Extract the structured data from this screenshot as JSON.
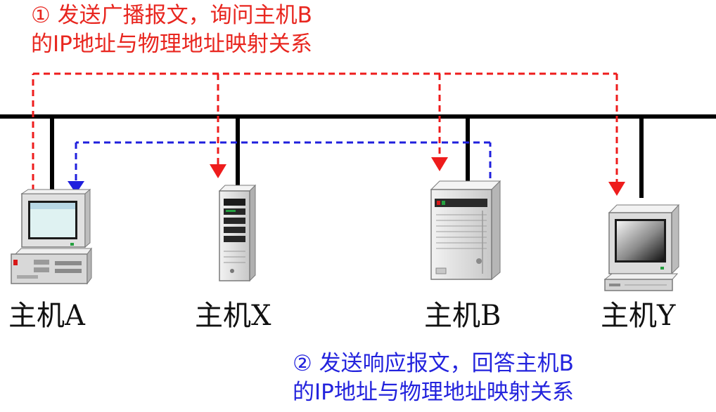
{
  "step1": {
    "line1": "① 发送广播报文，询问主机B",
    "line2": "的IP地址与物理地址映射关系"
  },
  "step2": {
    "line1": "② 发送响应报文，回答主机B",
    "line2": "的IP地址与物理地址映射关系"
  },
  "hosts": {
    "a": "主机A",
    "x": "主机X",
    "b": "主机B",
    "y": "主机Y"
  },
  "colors": {
    "broadcast_arrow": "#ee1c1c",
    "reply_arrow": "#1f1fdd",
    "bus": "#000000"
  }
}
